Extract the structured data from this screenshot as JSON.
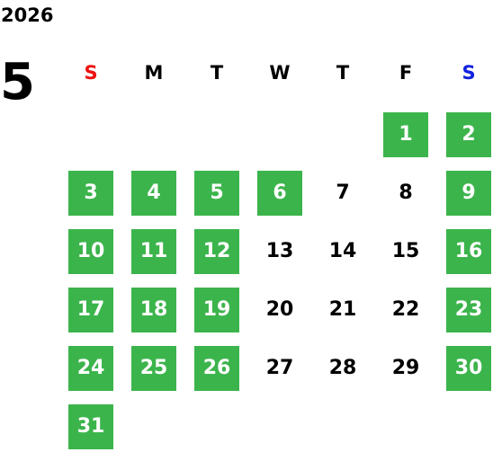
{
  "calendar": {
    "year": "2026",
    "month": "5",
    "weekdays": [
      "S",
      "M",
      "T",
      "W",
      "T",
      "F",
      "S"
    ],
    "first_weekday_index": 5,
    "days_in_month": 31,
    "highlighted_days": [
      1,
      2,
      3,
      4,
      5,
      6,
      9,
      10,
      11,
      12,
      16,
      17,
      18,
      19,
      23,
      24,
      25,
      26,
      30,
      31
    ]
  },
  "colors": {
    "sunday": "#ee1111",
    "saturday": "#1122dd",
    "text": "#000000",
    "highlight_bg": "#3cb44c",
    "highlight_text": "#ffffff"
  }
}
